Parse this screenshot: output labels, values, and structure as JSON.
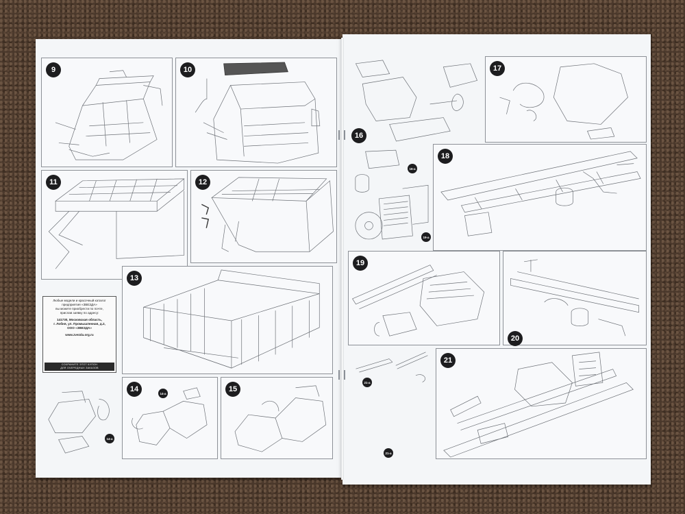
{
  "steps": {
    "s9": "9",
    "s10": "10",
    "s11": "11",
    "s12": "12",
    "s13": "13",
    "s14": "14",
    "s15": "15",
    "s16": "16",
    "s17": "17",
    "s18": "18",
    "s19": "19",
    "s20": "20",
    "s21": "21"
  },
  "sublabels": {
    "a14": "14-a",
    "a16": "16-a",
    "a19": "19-a",
    "a21": "21-a",
    "a21b": "21-a"
  },
  "info_box": {
    "line1": "Любые модели и красочный каталог",
    "line2": "предприятия «ЗВЕЗДА»",
    "line3": "вы можете приобрести по почте,",
    "line4": "прислав заявку по адресу:",
    "addr1": "141730, Московская область,",
    "addr2": "г. Лобня, ул. Промышленная, д.2,",
    "addr3": "ООО «ЗВЕЗДА»",
    "site": "www.zvezda.org.ru",
    "bar1": "СОХРАНИТЕ ЭТОТ КУПОН",
    "bar2": "ДЛЯ ОЧЕРЕДНЫХ ЗАКАЗОВ"
  },
  "colors": {
    "line": "#6b6f75",
    "step_bg": "#1d1d1f",
    "page": "#f4f6f8"
  }
}
